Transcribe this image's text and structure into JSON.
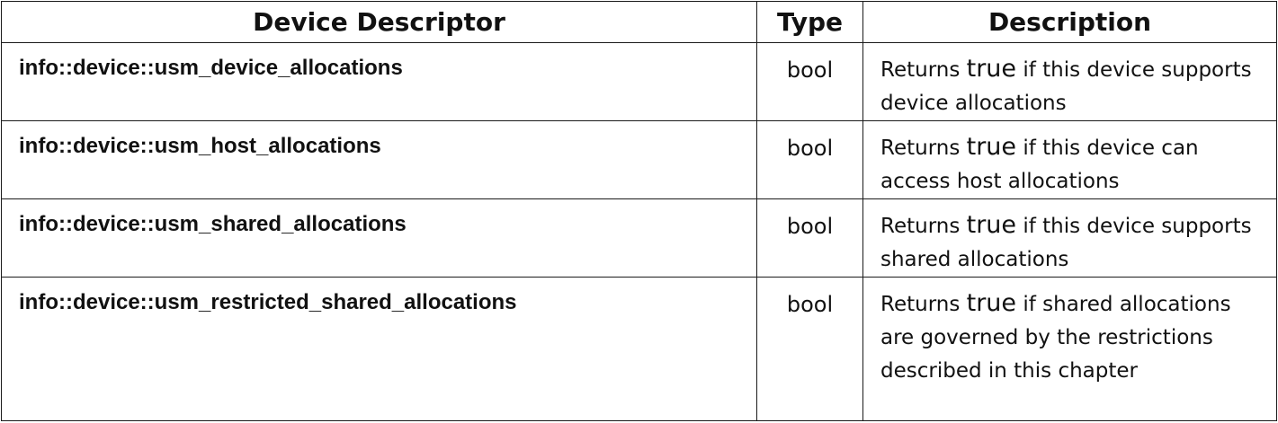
{
  "headers": {
    "descriptor": "Device Descriptor",
    "type": "Type",
    "description": "Description"
  },
  "rows": [
    {
      "descriptor": "info::device::usm_device_allocations",
      "type": "bool",
      "desc_prefix": "Returns ",
      "desc_keyword": "true",
      "desc_suffix": " if this device supports device allocations"
    },
    {
      "descriptor": "info::device::usm_host_allocations",
      "type": "bool",
      "desc_prefix": "Returns ",
      "desc_keyword": "true",
      "desc_suffix": " if this device can access host allocations"
    },
    {
      "descriptor": "info::device::usm_shared_allocations",
      "type": "bool",
      "desc_prefix": "Returns ",
      "desc_keyword": "true",
      "desc_suffix": " if this device supports shared allocations"
    },
    {
      "descriptor": "info::device::usm_restricted_shared_allocations",
      "type": "bool",
      "desc_prefix": "Returns ",
      "desc_keyword": "true",
      "desc_suffix": " if shared allocations are governed by the restrictions described in this chapter"
    }
  ]
}
